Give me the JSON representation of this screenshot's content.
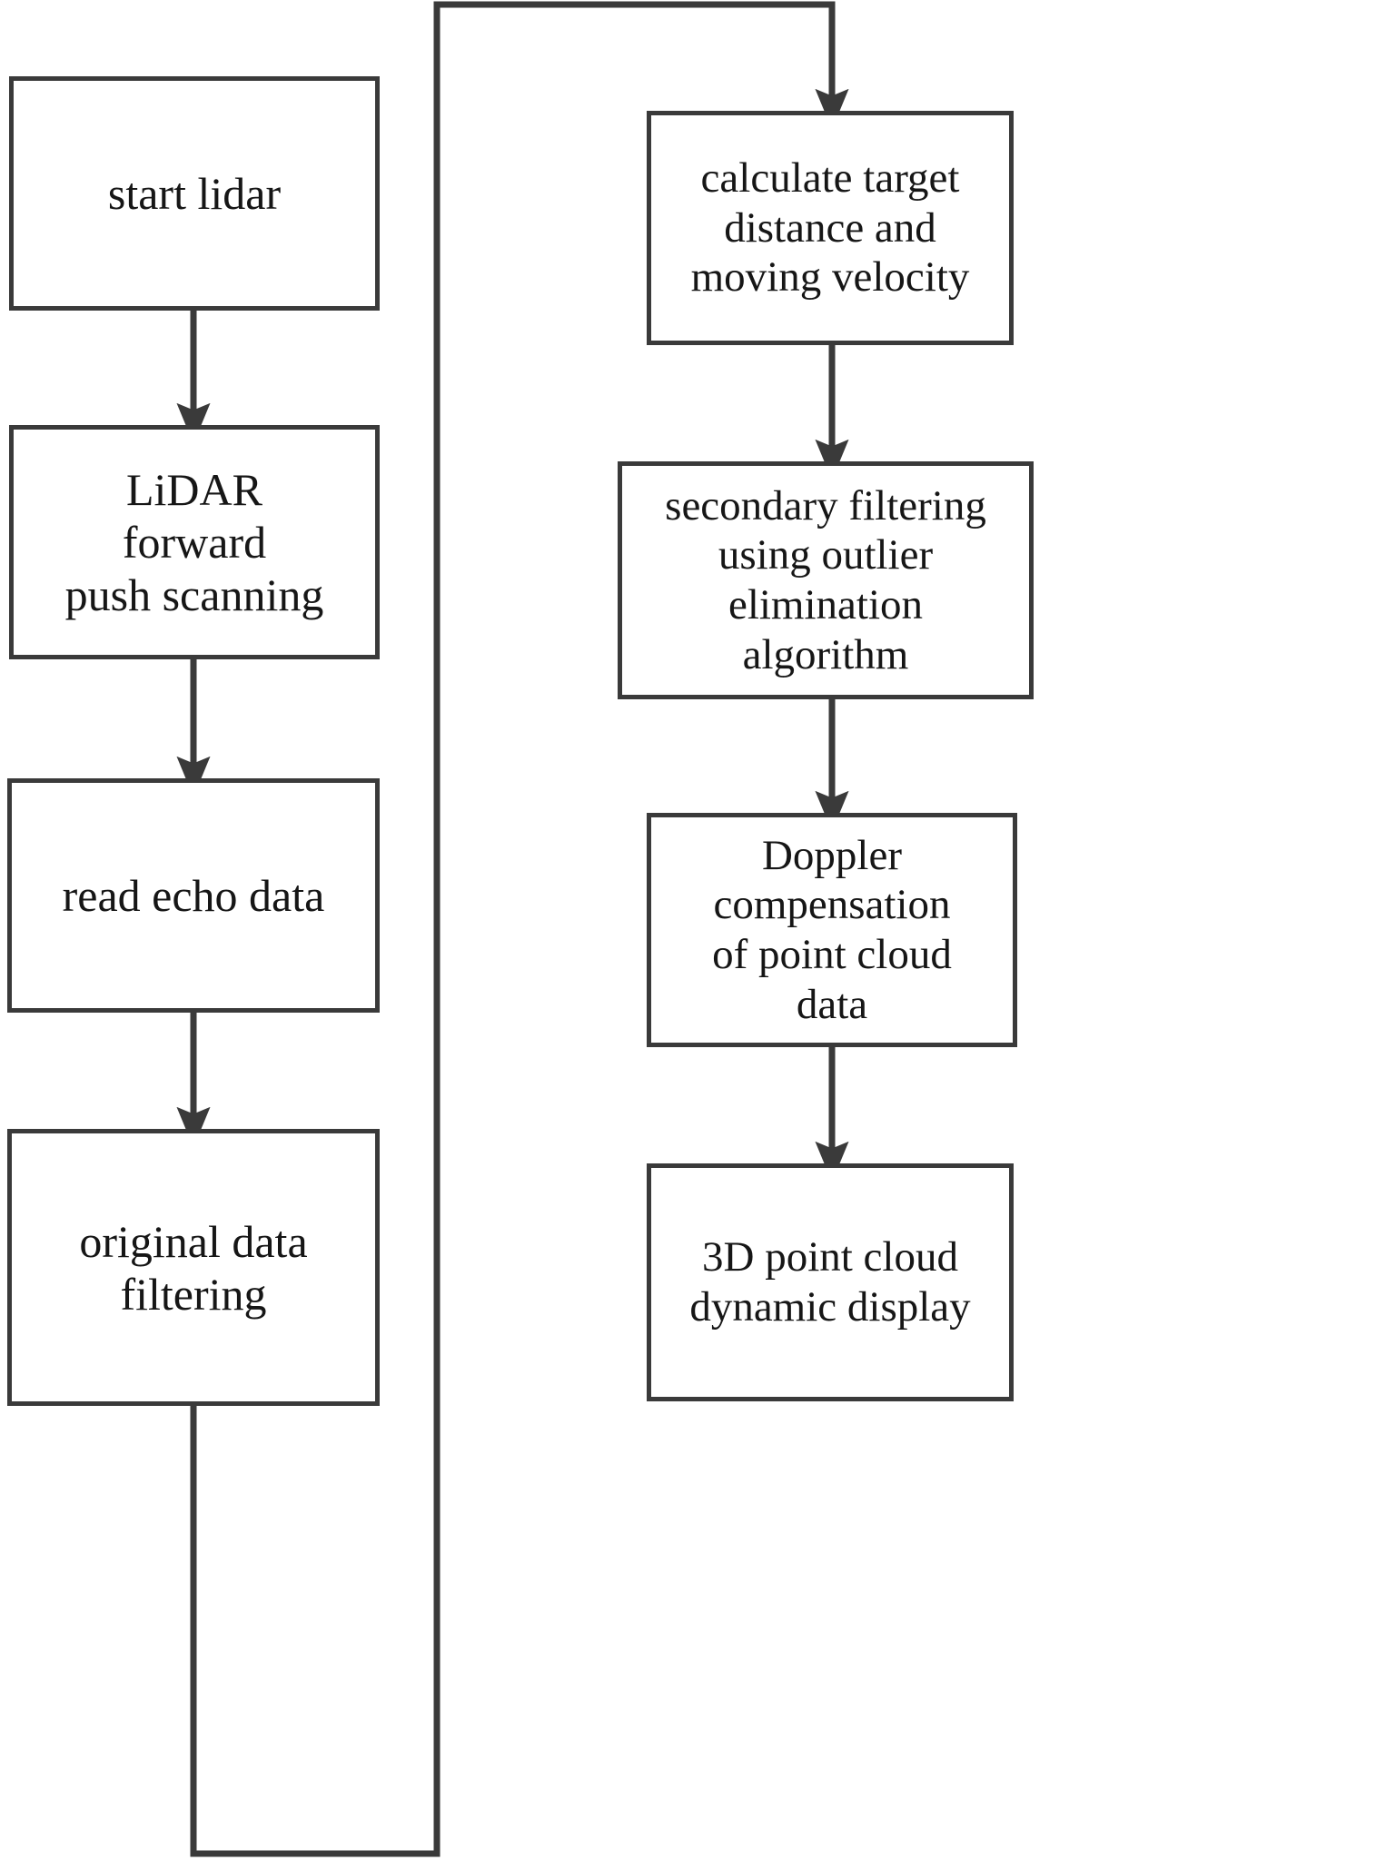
{
  "diagram": {
    "type": "flowchart",
    "orientation": "two-column-serpentine",
    "stroke_color": "#3a3a3a",
    "text_color": "#161616",
    "background_color": "#ffffff",
    "nodes": [
      {
        "id": "start",
        "label": "start lidar",
        "column": "left",
        "order": 1
      },
      {
        "id": "push",
        "label": "LiDAR\nforward\npush scanning",
        "column": "left",
        "order": 2
      },
      {
        "id": "echo",
        "label": "read echo data",
        "column": "left",
        "order": 3
      },
      {
        "id": "origfilter",
        "label": "original data\nfiltering",
        "column": "left",
        "order": 4
      },
      {
        "id": "calc",
        "label": "calculate target\ndistance and\nmoving velocity",
        "column": "right",
        "order": 5
      },
      {
        "id": "secfilter",
        "label": "secondary filtering\nusing outlier\nelimination\nalgorithm",
        "column": "right",
        "order": 6
      },
      {
        "id": "doppler",
        "label": "Doppler\ncompensation\nof point cloud\ndata",
        "column": "right",
        "order": 7
      },
      {
        "id": "display",
        "label": "3D point cloud\ndynamic display",
        "column": "right",
        "order": 8
      }
    ],
    "edges": [
      {
        "from": "start",
        "to": "push",
        "style": "straight-down",
        "arrow": true
      },
      {
        "from": "push",
        "to": "echo",
        "style": "straight-down",
        "arrow": true
      },
      {
        "from": "echo",
        "to": "origfilter",
        "style": "straight-down",
        "arrow": true
      },
      {
        "from": "origfilter",
        "to": "calc",
        "style": "wrap-around",
        "arrow": true
      },
      {
        "from": "calc",
        "to": "secfilter",
        "style": "straight-down",
        "arrow": true
      },
      {
        "from": "secfilter",
        "to": "doppler",
        "style": "straight-down",
        "arrow": true
      },
      {
        "from": "doppler",
        "to": "display",
        "style": "straight-down",
        "arrow": true
      }
    ]
  }
}
